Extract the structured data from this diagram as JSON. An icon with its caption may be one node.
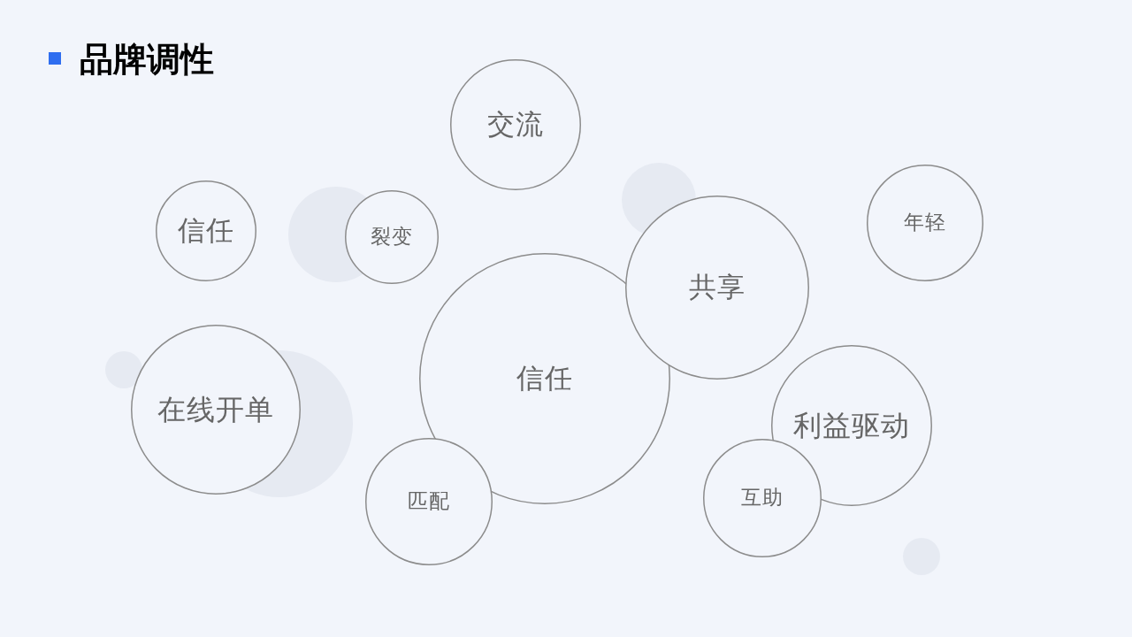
{
  "diagram": {
    "title": "品牌调性",
    "nodes": [
      {
        "text": [
          "交流"
        ]
      },
      {
        "text": [
          "信任"
        ]
      },
      {
        "text": [
          "裂变"
        ]
      },
      {
        "text": [
          "年轻"
        ]
      },
      {
        "text": [
          "共享"
        ]
      },
      {
        "text": [
          "信任"
        ]
      },
      {
        "text": [
          "在线开单"
        ]
      },
      {
        "text": [
          "利益驱动"
        ]
      },
      {
        "text": [
          "匹配"
        ]
      },
      {
        "text": [
          "互助"
        ]
      }
    ]
  }
}
